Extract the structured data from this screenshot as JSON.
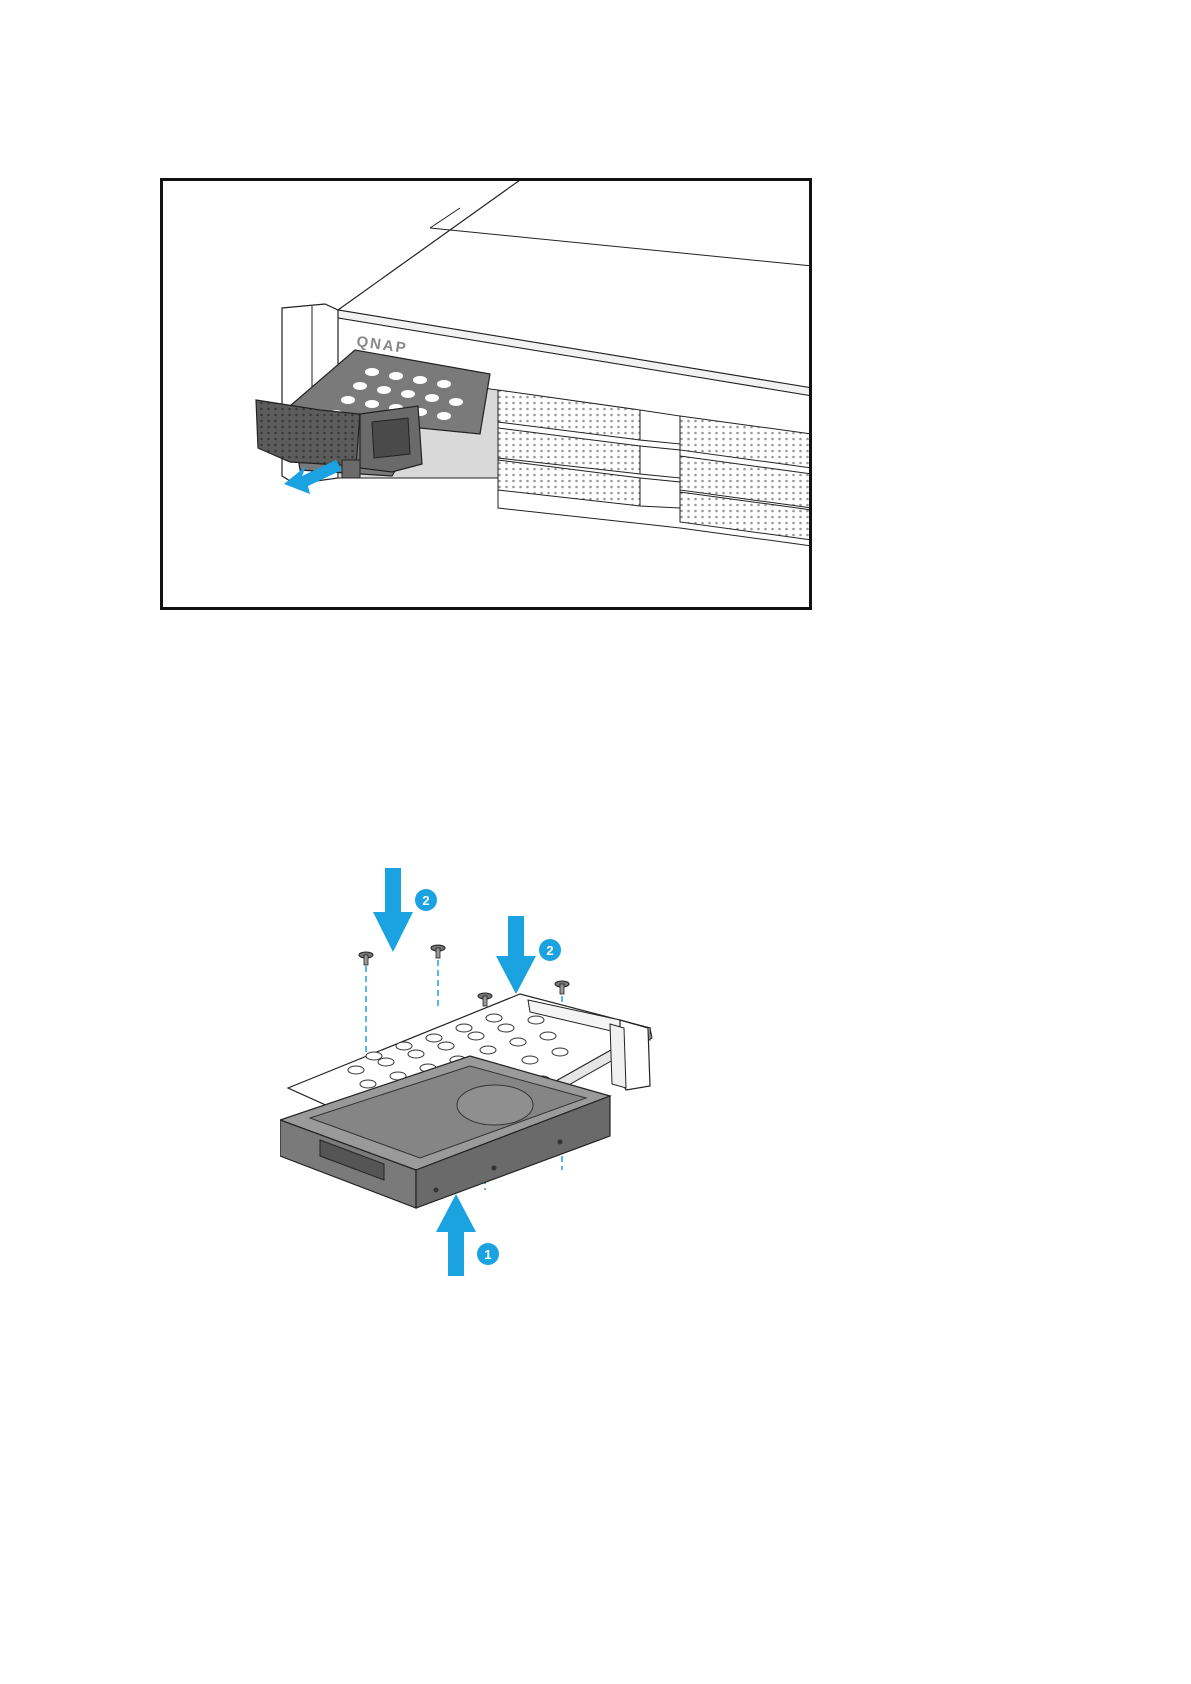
{
  "figure_remove_tray": {
    "brand_text": "QNAP",
    "arrow_color": "#1aa3e0",
    "frame_color": "#111111",
    "tray_color": "#6e6e6e",
    "icons": [
      "pull-direction-arrow-icon"
    ]
  },
  "figure_install_drive": {
    "step_install_drive": "1",
    "step_screws_left": "2",
    "step_screws_right": "2",
    "arrow_color": "#1aa3e0",
    "drive_color": "#7a7a7a",
    "icons": [
      "up-arrow-icon",
      "down-arrow-icon",
      "screw-icon"
    ]
  }
}
